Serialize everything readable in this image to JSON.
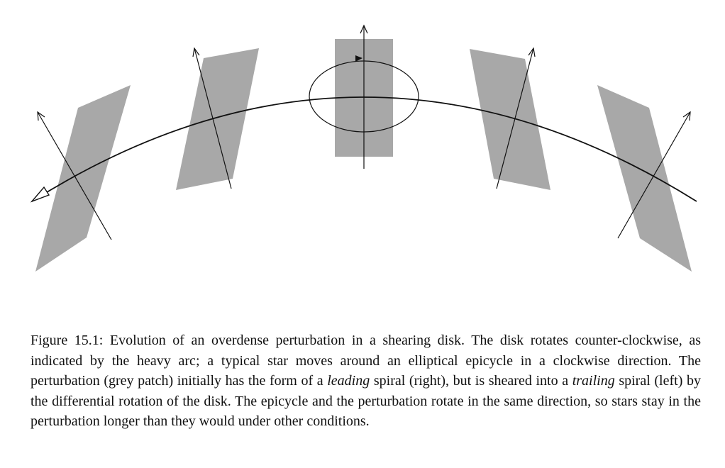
{
  "figure": {
    "colors": {
      "patch": "#a8a8a8",
      "line": "#111111",
      "background": "#ffffff"
    }
  },
  "caption": {
    "label": "Figure 15.1:",
    "part1": " Evolution of an overdense perturbation in a shearing disk.  The disk rotates counter-clockwise, as indicated by the heavy arc; a typical star moves around an elliptical epicycle in a clockwise direction. The perturbation (grey patch) initially has the form of a ",
    "leading": "leading",
    "part2": " spiral (right), but is sheared into a ",
    "trailing": "trailing",
    "part3": " spiral (left) by the differential rotation of the disk.  The epicycle and the perturbation rotate in the same direction, so stars stay in the perturbation longer than they would under other conditions."
  }
}
